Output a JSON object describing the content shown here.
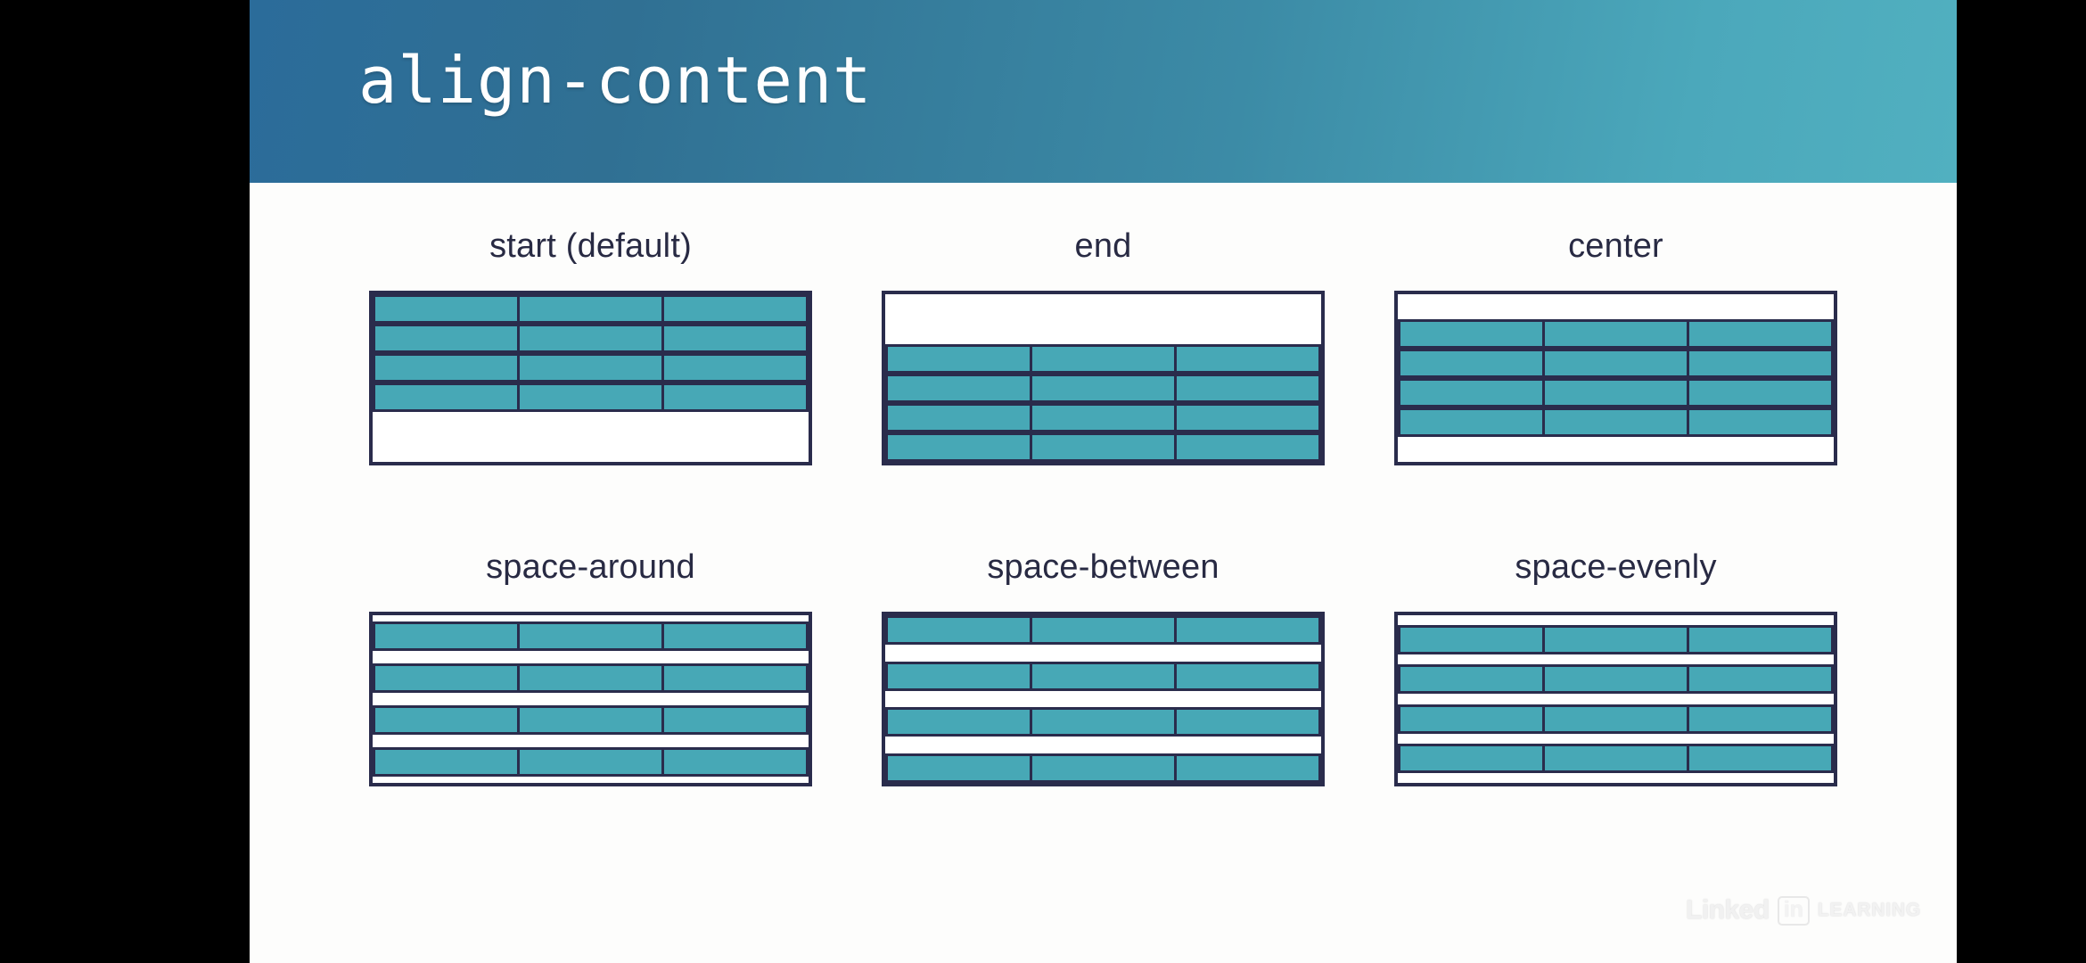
{
  "slide": {
    "title": "align-content",
    "background_color": "#FDFDFC",
    "header_gradient_from": "#2B6C9A",
    "header_gradient_to": "#51B0C0",
    "label_color": "#282A43",
    "cell_color": "#47A8B6",
    "border_color": "#2A2C4C"
  },
  "demos": [
    {
      "label": "start (default)",
      "value": "start",
      "rows": 4,
      "columns": 3,
      "description": "Rows packed at the top of the container; free space sits at the bottom."
    },
    {
      "label": "end",
      "value": "end",
      "rows": 4,
      "columns": 3,
      "description": "Rows packed at the bottom of the container; free space sits at the top."
    },
    {
      "label": "center",
      "value": "center",
      "rows": 4,
      "columns": 3,
      "description": "Rows packed in the middle; free space split evenly between top and bottom."
    },
    {
      "label": "space-around",
      "value": "space-around",
      "rows": 4,
      "columns": 3,
      "description": "Equal space around each row; half-size gaps at the outer edges."
    },
    {
      "label": "space-between",
      "value": "space-between",
      "rows": 4,
      "columns": 3,
      "description": "First row at the top, last row at the bottom, equal gaps between rows."
    },
    {
      "label": "space-evenly",
      "value": "space-evenly",
      "rows": 4,
      "columns": 3,
      "description": "Equal gaps between every row and at both outer edges."
    }
  ],
  "watermark": {
    "linked": "Linked",
    "in": "in",
    "learning": "LEARNING"
  }
}
